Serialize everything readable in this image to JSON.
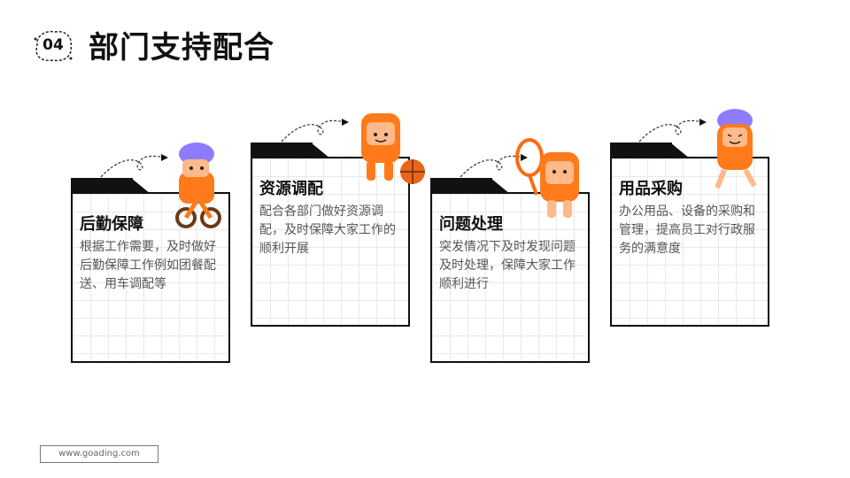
{
  "header": {
    "number": "04",
    "title": "部门支持配合"
  },
  "cards": [
    {
      "title": "后勤保障",
      "description": "根据工作需要，及时做好后勤保障工作例如团餐配送、用车调配等"
    },
    {
      "title": "资源调配",
      "description": "配合各部门做好资源调配，及时保障大家工作的顺利开展"
    },
    {
      "title": "问题处理",
      "description": "突发情况下及时发现问题及时处理，保障大家工作顺利进行"
    },
    {
      "title": "用品采购",
      "description": "办公用品、设备的采购和管理，提高员工对行政服务的满意度"
    }
  ],
  "footer": {
    "url": "www.goading.com"
  },
  "colors": {
    "accent_orange": "#ff7a1a",
    "helmet_purple": "#8f7bff",
    "border": "#111111"
  },
  "icons": [
    "cyclist-mascot",
    "basketball-mascot",
    "tennis-mascot",
    "runner-mascot"
  ]
}
